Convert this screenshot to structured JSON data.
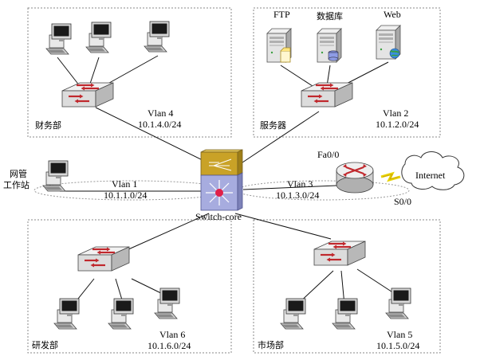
{
  "zones": {
    "finance": {
      "name": "财务部",
      "vlan": "Vlan 4",
      "subnet": "10.1.4.0/24"
    },
    "servers": {
      "name": "服务器",
      "vlan": "Vlan 2",
      "subnet": "10.1.2.0/24"
    },
    "rnd": {
      "name": "研发部",
      "vlan": "Vlan 6",
      "subnet": "10.1.6.0/24"
    },
    "market": {
      "name": "市场部",
      "vlan": "Vlan 5",
      "subnet": "10.1.5.0/24"
    }
  },
  "servers": {
    "ftp": "FTP",
    "db": "数据库",
    "web": "Web"
  },
  "mgmt": {
    "line1": "网管",
    "line2": "工作站",
    "vlan": "Vlan 1",
    "subnet": "10.1.1.0/24"
  },
  "core": {
    "name": "Switch-core"
  },
  "wan": {
    "vlan": "Vlan 3",
    "subnet": "10.1.3.0/24",
    "fa": "Fa0/0",
    "s0": "S0/0",
    "internet": "Internet"
  },
  "colors": {
    "switch_red": "#c0282d",
    "core_gold": "#c9a227",
    "core_blue": "#9aa0d8",
    "cloud_stroke": "#333333"
  }
}
